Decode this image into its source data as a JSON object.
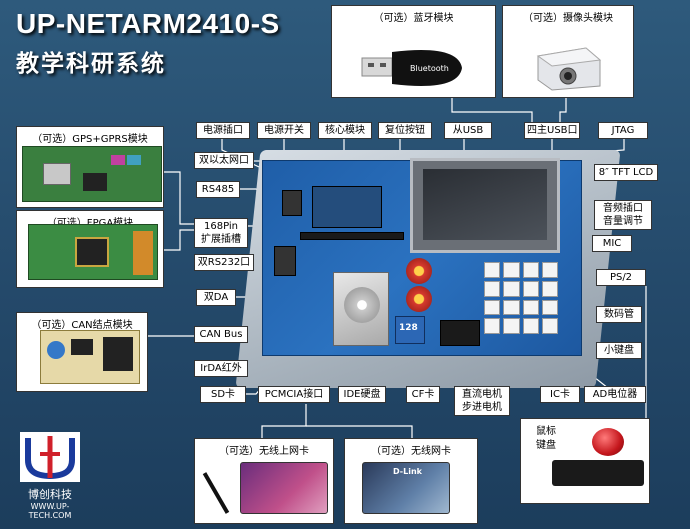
{
  "header": {
    "title_line1": "UP-NETARM2410-S",
    "title_line2": "教学科研系统"
  },
  "optional_modules": {
    "bluetooth": "（可选）蓝牙模块",
    "camera": "（可选）摄像头模块",
    "gps_gprs": "（可选）GPS+GPRS模块",
    "fpga": "（可选）FPGA模块",
    "can": "（可选）CAN结点模块",
    "wireless_modem": "（可选）无线上网卡",
    "wifi_card": "（可选）无线网卡"
  },
  "labels": {
    "power_socket": "电源插口",
    "power_switch": "电源开关",
    "core_module": "核心模块",
    "reset_button": "复位按钮",
    "slave_usb": "从USB",
    "host_usb4": "四主USB口",
    "jtag": "JTAG",
    "dual_ethernet": "双以太网口",
    "tft_lcd": "8″ TFT LCD",
    "rs485": "RS485",
    "audio_socket": "音频插口",
    "volume": "音量调节",
    "pin168_l1": "168Pin",
    "pin168_l2": "扩展插槽",
    "mic": "MIC",
    "dual_rs232": "双RS232口",
    "ps2": "PS/2",
    "dual_da": "双DA",
    "seg_display": "数码管",
    "can_bus": "CAN Bus",
    "keypad": "小键盘",
    "irda": "IrDA红外",
    "sd_card": "SD卡",
    "pcmcia": "PCMCIA接口",
    "ide_hdd": "IDE硬盘",
    "cf_card": "CF卡",
    "motor_l1": "直流电机",
    "motor_l2": "步进电机",
    "ic_card": "IC卡",
    "ad_pot": "AD电位器",
    "mouse": "鼠标",
    "keyboard": "键盘"
  },
  "pictures": {
    "bluetooth_text": "Bluetooth",
    "cf_text": "128",
    "dlink_text": "D-Link"
  },
  "brand": {
    "name": "博创科技",
    "url": "WWW.UP-TECH.COM"
  },
  "colors": {
    "background": "#2a5474",
    "label_bg": "#ffffff",
    "leader_line": "#ffffff",
    "board": "#2b72c0"
  }
}
